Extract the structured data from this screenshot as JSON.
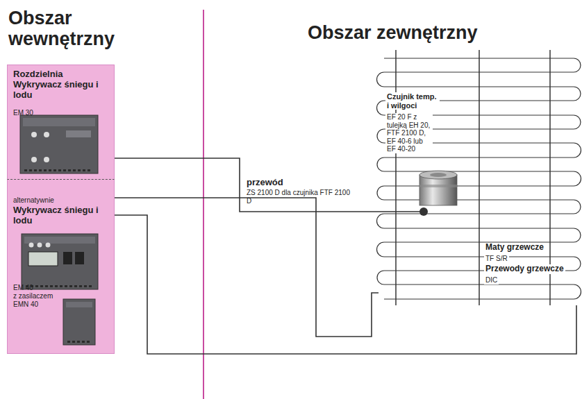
{
  "diagram": {
    "nodes": [
      {
        "text": [
          "Rozdzielnia Wykrywacz śniegu i lodu",
          "EM 30"
        ]
      },
      {
        "text": [
          "alternatywnie",
          "Wykrywacz śniegu i lodu",
          "EM 40",
          "z zasilaczem EMN 40"
        ]
      },
      {
        "text": [
          "Maty grzewcze",
          "TF S/R",
          "Przewody grzewcze",
          "DIC"
        ]
      },
      {
        "text": [
          "Czujnik temp. i wilgoci",
          "EF 20 F z tulejką EH 20, FTF 2100 D, EF 40-6 lub EF 40-20"
        ],
        "in": 2
      }
    ],
    "edges": [
      {
        "from": 0,
        "to": 3,
        "label": "przewód",
        "arrow": "none"
      },
      {
        "from": 1,
        "to": 2,
        "arrow": "none"
      },
      {
        "from": 1,
        "to": 2,
        "arrow": "none"
      }
    ],
    "labels": [
      "Obszar wewnętrzny",
      "Obszar zewnętrzny",
      "ZS 2100 D dla czujnika FTF 2100 D"
    ]
  }
}
